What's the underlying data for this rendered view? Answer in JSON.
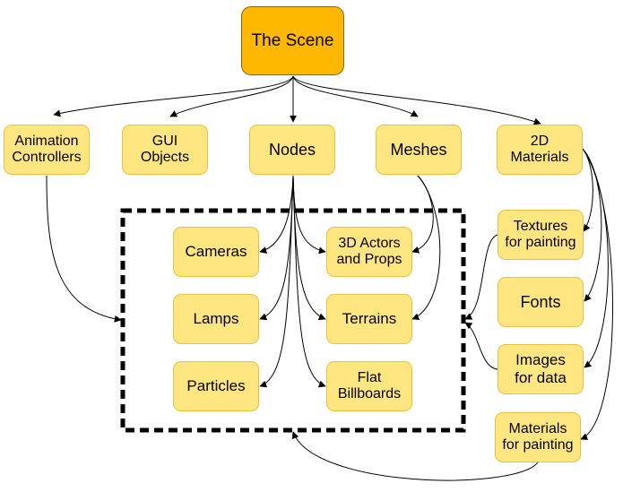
{
  "nodes": {
    "the_scene": "The Scene",
    "animation_controllers": "Animation\nControllers",
    "gui_objects": "GUI\nObjects",
    "nodes": "Nodes",
    "meshes": "Meshes",
    "materials_2d": "2D\nMaterials",
    "cameras": "Cameras",
    "lamps": "Lamps",
    "particles": "Particles",
    "actors_3d": "3D Actors\nand Props",
    "terrains": "Terrains",
    "flat_billboards": "Flat\nBillboards",
    "textures_painting": "Textures\nfor painting",
    "fonts": "Fonts",
    "images_data": "Images\nfor data",
    "materials_painting": "Materials\nfor painting"
  },
  "colors": {
    "root_fill": "#ffb800",
    "node_fill": "#ffe680",
    "edge": "#000000"
  }
}
